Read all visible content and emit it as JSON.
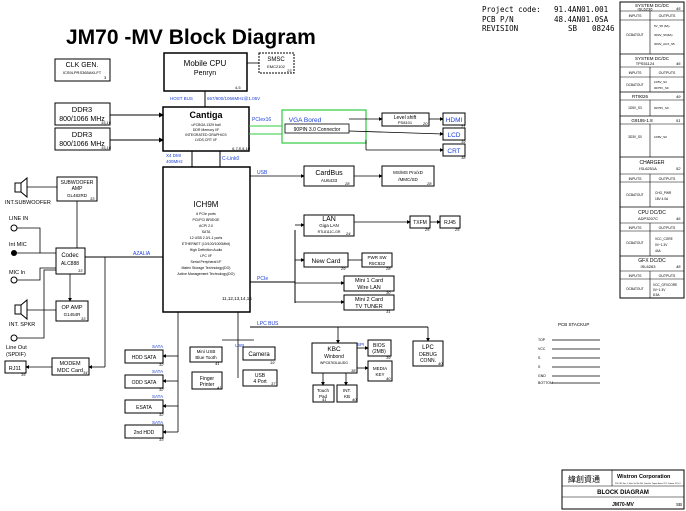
{
  "header": {
    "title": "JM70 -MV Block Diagram",
    "project_code_label": "Project code:",
    "project_code": "91.4AN01.001",
    "pcb_pn_label": "PCB P/N",
    "pcb_pn": "48.4AN01.0SA",
    "revision_label": "REVISION",
    "revision": "SB",
    "revision_date": "08246"
  },
  "blocks": {
    "clk": {
      "line1": "CLK GEN.",
      "line2": "ICS9LPRS365AKLFT",
      "page": "3"
    },
    "cpu": {
      "line1": "Mobile CPU",
      "line2": "Penryn",
      "page": "4,5"
    },
    "smsc": {
      "line1": "SMSC",
      "line2": "EMC2102",
      "page": "23"
    },
    "ddr3_a": {
      "line1": "DDR3",
      "line2": "800/1066 MHz",
      "page": "15,16"
    },
    "ddr3_b": {
      "line1": "DDR3",
      "line2": "800/1066 MHz",
      "page": "15,16"
    },
    "cantiga": {
      "title": "Cantiga",
      "lines": [
        "uFCBGA 1329 ball",
        "DDR Memory I/F",
        "INTEGRATED GRAPHICS",
        "LVDS,CRT I/F"
      ],
      "page": "6,7,8,9,10"
    },
    "vga_board": {
      "line1": "VGA Bored",
      "line2": "90PIN 3.0 Connector"
    },
    "level_shift": {
      "line1": "Level shift",
      "line2": "PS8101",
      "page": "20"
    },
    "hdmi": {
      "label": "HDMI",
      "page": "21"
    },
    "lcd": {
      "label": "LCD",
      "page": "19"
    },
    "crt": {
      "label": "CRT",
      "page": "18"
    },
    "ich9m": {
      "title": "ICH9M",
      "lines": [
        "6 PCIe ports",
        "PCI/PCI BRIDGE",
        "ACPI 2.0",
        "SATA",
        "12 USB 2.0/1.1 ports",
        "ETHERNET (10/100/1000Mbit)",
        "High Definition Audio",
        "LPC I/F",
        "Serial Peripheral I/F",
        "Matrix Storage Technology(DO)",
        "Active Management Technology(DO)"
      ],
      "page": "11,12,13,14,15"
    },
    "cardbus": {
      "line1": "CardBus",
      "line2": "AU6433",
      "page": "28"
    },
    "card_reader": {
      "line1": "MS/MS Pro/xD",
      "line2": "/MMC/SD",
      "page": "28"
    },
    "lan": {
      "line1": "LAN",
      "line2": "Giga LAN",
      "line3": "RTL8111C-GR",
      "page": "24"
    },
    "txfm": {
      "label": "TXFM",
      "page": "25"
    },
    "rj45": {
      "label": "RJ45",
      "page": "25"
    },
    "new_card": {
      "label": "New Card",
      "page": "29"
    },
    "pwr_sw": {
      "line1": "PWR SW",
      "line2": "R5C822",
      "page": "28"
    },
    "mini1": {
      "line1": "Mini 1 Card",
      "line2": "Wire LAN",
      "page": "30"
    },
    "mini2": {
      "line1": "Mini 2 Card",
      "line2": "TV TUNER",
      "page": "31"
    },
    "subwoofer_amp": {
      "line1": "SUBWOOFER",
      "line2": "AMP",
      "line3": "GL482RD",
      "page": "33"
    },
    "int_subwoofer": {
      "label": "INT.SUBWOOFER"
    },
    "codec": {
      "line1": "Codec",
      "line2": "ALC888",
      "page": "33"
    },
    "op_amp": {
      "line1": "OP AMP",
      "line2": "G1454R",
      "page": "33"
    },
    "modem": {
      "line1": "MODEM",
      "line2": "MDC Card",
      "page": "34"
    },
    "rj11": {
      "label": "RJ11",
      "page": "35"
    },
    "audio_ports": {
      "line_in": "LINE IN",
      "int_mic": "Int MIC",
      "mic_in": "MIC In",
      "int_spkr": "INT. SPKR",
      "line_out": "Line Out",
      "spdif": "(SPDIF)"
    },
    "hdd_sata": {
      "label": "HDD SATA",
      "page": "32"
    },
    "odd_sata": {
      "label": "ODD SATA",
      "page": "32"
    },
    "esata": {
      "label": "ESATA",
      "page": "32"
    },
    "hdd2": {
      "label": "2nd HDD",
      "page": "33"
    },
    "bluetooth": {
      "line1": "Mini USB",
      "line2": "Blue Tooth",
      "page": "41"
    },
    "camera": {
      "label": "Camera",
      "page": "19"
    },
    "finger": {
      "line1": "Finger",
      "line2": "Printer",
      "page": "41"
    },
    "usb4": {
      "line1": "USB",
      "line2": "4 Port",
      "page": "37"
    },
    "kbc": {
      "line1": "KBC",
      "line2": "Winbond",
      "line3": "WPC8763LAUDG",
      "page": "38"
    },
    "bios": {
      "line1": "BIOS",
      "line2": "(2MB)",
      "page": "39"
    },
    "lpc_debug": {
      "line1": "LPC",
      "line2": "DEBUG",
      "line3": "CONN.",
      "page": "40"
    },
    "media_key": {
      "line1": "MEDIA",
      "line2": "KEY",
      "page": "40"
    },
    "touch_pad": {
      "line1": "Touch",
      "line2": "Pad",
      "page": "41"
    },
    "int_kb": {
      "line1": "INT.",
      "line2": "KB",
      "page": "40"
    }
  },
  "bus_labels": {
    "host_bus": "HOST BUS",
    "fsb": "667/800/1066MHz@1.05V",
    "pcie_x16": "PCIex16",
    "x4_dmi": "X4 DMI",
    "dmi_speed": "400MHz",
    "c_link": "C-Link0",
    "usb1": "USB",
    "pcie": "PCIe",
    "azalia": "AZALIA",
    "lpc_bus": "LPC BUS",
    "usb2": "USB",
    "sata1": "SATA",
    "sata2": "SATA",
    "sata3": "SATA",
    "sata4": "SATA",
    "spi": "SPI"
  },
  "right_panel": {
    "system_dcdc_1": {
      "title": "SYSTEM DC/DC",
      "part": "ISL6236",
      "page": "45",
      "inputs": "INPUTS",
      "outputs": "OUTPUTS",
      "in_val": "DCBATOUT",
      "outs": [
        "5V_S5 (6A)",
        "3D3V_S5(6A)",
        "3D3V_AUX_S5"
      ]
    },
    "system_dcdc_2": {
      "title": "SYSTEM DC/DC",
      "part": "TPS51124",
      "page": "46",
      "inputs": "INPUTS",
      "outputs": "OUTPUTS",
      "in_val": "DCBATOUT",
      "outs": [
        "1D5V_S3",
        "0D75V_S0"
      ]
    },
    "rt9026": {
      "title": "RT9026",
      "page": "49",
      "in_val": "1D5V_S3",
      "outs": [
        "0D75V_S0"
      ]
    },
    "g9195": {
      "title": "G9195-1.8",
      "page": "51",
      "in_val": "3D3V_S0",
      "outs": [
        "1D8V_S0"
      ]
    },
    "charger": {
      "title": "CHARGER",
      "part": "ISL6251A",
      "page": "52",
      "inputs": "INPUTS",
      "outputs": "OUTPUTS",
      "in_val": "DCBATOUT",
      "outs": [
        "CHG_PWR",
        "18V  4.0A"
      ]
    },
    "cpu_dcdc": {
      "title": "CPU DC/DC",
      "part": "ADP3207C",
      "page": "46",
      "inputs": "INPUTS",
      "outputs": "OUTPUTS",
      "in_val": "DCBATOUT",
      "outs": [
        "VCC_CORE",
        "0V~1.3V",
        "44A"
      ]
    },
    "gfx_dcdc": {
      "title": "GFX DC/DC",
      "part": "ISL6263",
      "page": "48",
      "inputs": "INPUTS",
      "outputs": "OUTPUTS",
      "in_val": "DCBATOUT",
      "outs": [
        "VCC_GFXCORE",
        "0V~1.3V",
        "8.5A"
      ]
    }
  },
  "pcb_stackup": {
    "title": "PCB STACKUP",
    "layers": [
      "TOP",
      "VCC",
      "S",
      "S",
      "GND",
      "BOTTOM"
    ]
  },
  "title_block": {
    "chinese": "緯創資通",
    "company": "Wistron Corporation",
    "address": "21F, 88, Sec.1, Hsin Tai Wu Rd., Hsichih, Taipei Hsien 221, Taiwan, R.O.C.",
    "doc_title": "BLOCK DIAGRAM",
    "model": "JM70-MV",
    "rev": "SB"
  },
  "colors": {
    "line": "#000000",
    "vga_highlight": "#2ecc40",
    "link_text": "#1a3fd8",
    "background": "#ffffff"
  }
}
